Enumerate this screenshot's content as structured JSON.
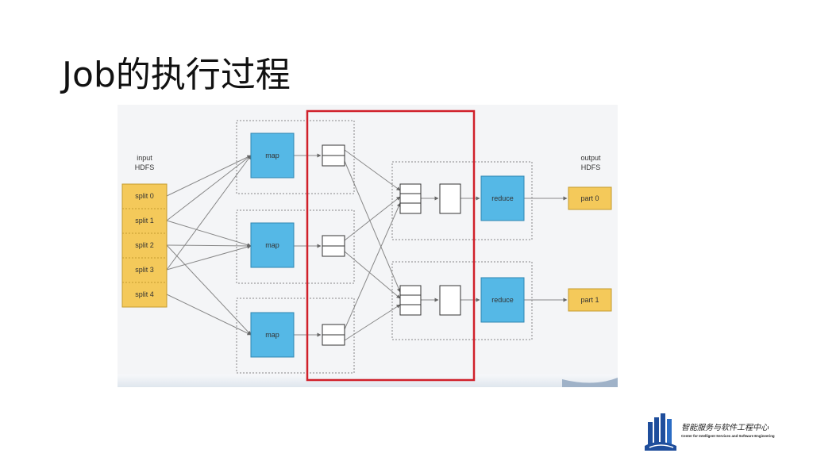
{
  "title": "Job的执行过程",
  "diagram": {
    "input_label_line1": "input",
    "input_label_line2": "HDFS",
    "output_label_line1": "output",
    "output_label_line2": "HDFS",
    "splits": [
      "split 0",
      "split 1",
      "split 2",
      "split 3",
      "split 4"
    ],
    "map_label": "map",
    "reduce_label": "reduce",
    "parts": [
      "part 0",
      "part 1"
    ],
    "colors": {
      "map_fill": "#55b8e6",
      "split_fill": "#f4c95a",
      "part_fill": "#f4c95a",
      "highlight": "#d0202a"
    }
  },
  "logo": {
    "name_cn": "智能服务与软件工程中心",
    "name_en": "Center for Intelligent Services and Software Engineering"
  }
}
